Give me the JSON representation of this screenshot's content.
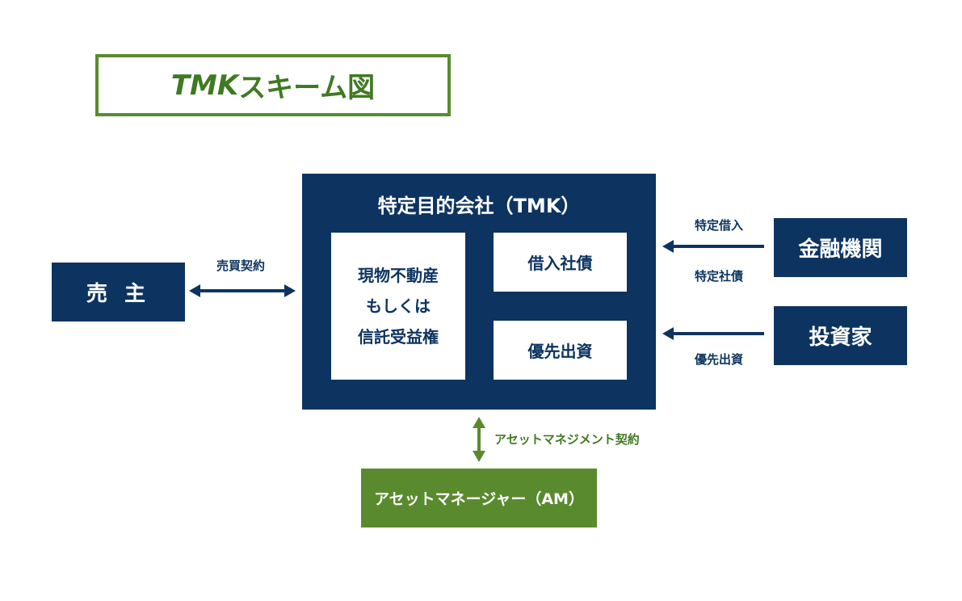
{
  "title": {
    "prefix": "TMK",
    "suffix": " スキーム図"
  },
  "tmk": {
    "title": "特定目的会社（TMK）",
    "asset_lines": [
      "現物不動産",
      "もしくは",
      "信託受益権"
    ],
    "debt": "借入社債",
    "equity": "優先出資"
  },
  "seller": {
    "label": "売 主",
    "relation": "売買契約"
  },
  "bank": {
    "label": "金融機関",
    "relation_top": "特定借入",
    "relation_bottom": "特定社債"
  },
  "investor": {
    "label": "投資家",
    "relation": "優先出資"
  },
  "am": {
    "label": "アセットマネージャー（AM）",
    "relation": "アセットマネジメント契約"
  },
  "colors": {
    "navy": "#0d3461",
    "green": "#5a8a2e"
  }
}
